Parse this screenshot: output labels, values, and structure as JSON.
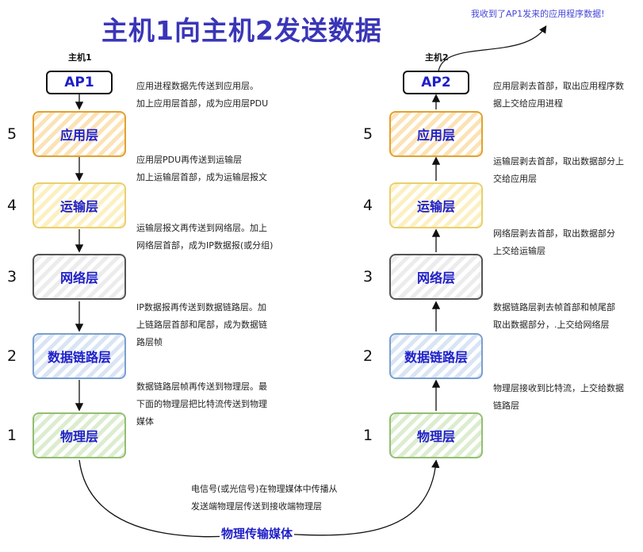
{
  "title": "主机1向主机2发送数据",
  "message": "我收到了AP1发来的应用程序数据!",
  "hosts": {
    "host1": {
      "label": "主机1",
      "ap": "AP1"
    },
    "host2": {
      "label": "主机2",
      "ap": "AP2"
    }
  },
  "layers": [
    {
      "num": "5",
      "name": "应用层"
    },
    {
      "num": "4",
      "name": "运输层"
    },
    {
      "num": "3",
      "name": "网络层"
    },
    {
      "num": "2",
      "name": "数据链路层"
    },
    {
      "num": "1",
      "name": "物理层"
    }
  ],
  "notes_left": [
    [
      "应用进程数据先传送到应用层。",
      "加上应用层首部，成为应用层PDU"
    ],
    [
      "应用层PDU再传送到运输层",
      "加上运输层首部，成为运输层报文"
    ],
    [
      "运输层报文再传送到网络层。加上",
      "网络层首部，成为IP数据报(或分组)"
    ],
    [
      "IP数据报再传送到数据链路层。加",
      "上链路层首部和尾部，成为数据链",
      "路层帧"
    ],
    [
      "数据链路层帧再传送到物理层。最",
      "下面的物理层把比特流传送到物理",
      "媒体"
    ]
  ],
  "notes_right": [
    [
      "应用层剥去首部，取出应用程序数",
      "据上交给应用进程"
    ],
    [
      "运输层剥去首部，取出数据部分上",
      "交给应用层"
    ],
    [
      "网络层剥去首部，取出数据部分",
      "上交给运输层"
    ],
    [
      "数据链路层剥去帧首部和帧尾部",
      "取出数据部分，.上交给网络层"
    ],
    [
      "物理层接收到比特流，上交给数据",
      "链路层"
    ]
  ],
  "signal_note": [
    "电信号(或光信号)在物理媒体中传播从",
    "发送端物理层传送到接收端物理层"
  ],
  "medium": "物理传输媒体"
}
